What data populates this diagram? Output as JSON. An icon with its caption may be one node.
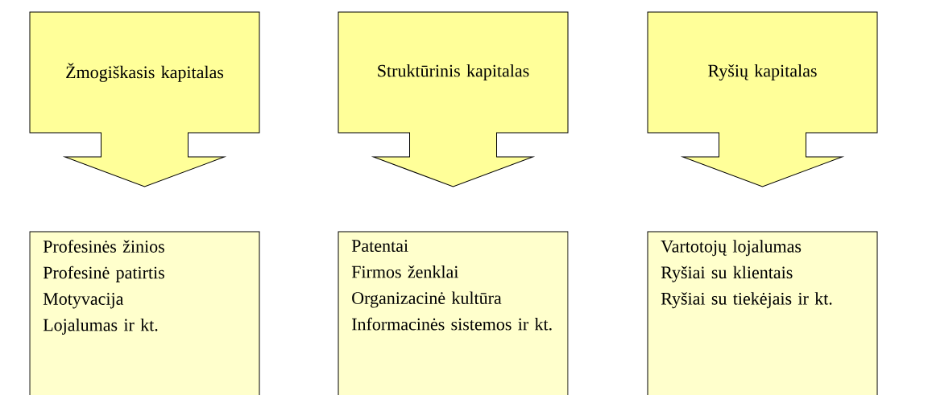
{
  "diagram": {
    "nodes": [
      {
        "text": [
          "Žmogiškasis kapitalas"
        ]
      },
      {
        "text": [
          "Struktūrinis kapitalas"
        ]
      },
      {
        "text": [
          "Ryšių kapitalas"
        ]
      },
      {
        "text": [
          "Profesinės žinios",
          "Profesinė patirtis",
          "Motyvacija",
          "Lojalumas ir kt."
        ]
      },
      {
        "text": [
          "Patentai",
          "Firmos ženklai",
          "Organizacinė kultūra",
          "Informacinės sistemos ir kt."
        ]
      },
      {
        "text": [
          "Vartotojų lojalumas",
          "Ryšiai su klientais",
          "Ryšiai su tiekėjais ir kt."
        ]
      }
    ]
  }
}
